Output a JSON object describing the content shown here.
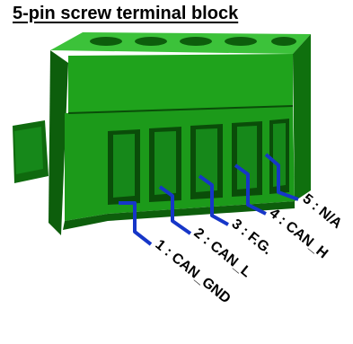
{
  "title": "5-pin screw terminal block",
  "pins": [
    {
      "label": "1 : CAN_GND"
    },
    {
      "label": "2 : CAN_L"
    },
    {
      "label": "3 : F.G."
    },
    {
      "label": "4 : CAN_H"
    },
    {
      "label": "5 : N/A"
    }
  ],
  "colors": {
    "body": "#1fa31c",
    "body_light": "#3cc23a",
    "body_dark": "#0d5e0c",
    "leader": "#1636c8"
  }
}
